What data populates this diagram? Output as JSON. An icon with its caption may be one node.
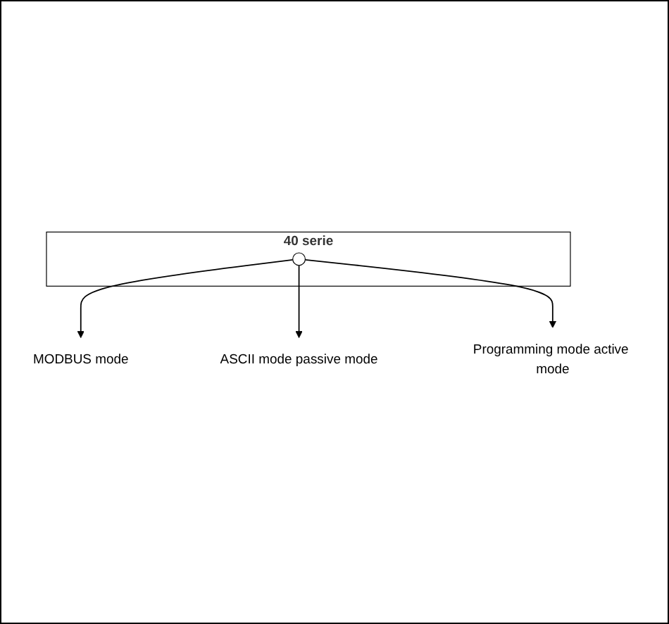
{
  "diagram": {
    "nodes": [
      {
        "text": [
          "40 serie"
        ]
      },
      {
        "text": [],
        "shape": "circle",
        "in": 0
      },
      {
        "text": [
          "MODBUS mode"
        ]
      },
      {
        "text": [
          "ASCII mode passive mode"
        ]
      },
      {
        "text": [
          "Programming mode active mode"
        ]
      }
    ],
    "edges": [
      {
        "from": 1,
        "to": 2,
        "arrow": "to"
      },
      {
        "from": 1,
        "to": 3,
        "arrow": "to"
      },
      {
        "from": 1,
        "to": 4,
        "arrow": "to"
      }
    ]
  }
}
